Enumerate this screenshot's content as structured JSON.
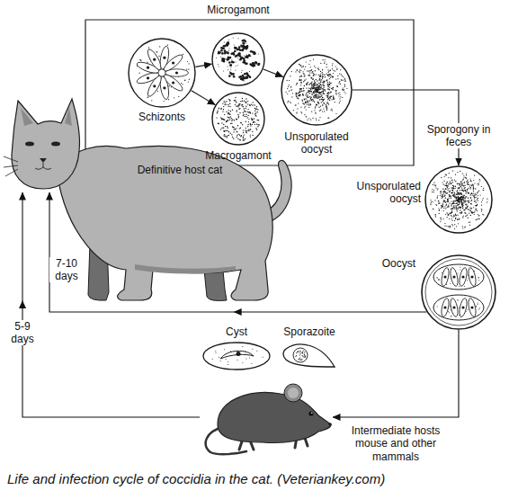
{
  "diagram": {
    "caption": "Life and infection cycle of coccidia in the cat. (Veteriankey.com)",
    "nodes": [
      {
        "text": [
          "Definitive host cat"
        ]
      },
      {
        "text": [
          "Schizonts"
        ]
      },
      {
        "text": [
          "Microgamont"
        ]
      },
      {
        "text": [
          "Macrogamont"
        ]
      },
      {
        "text": [
          "Unsporulated oocyst"
        ]
      },
      {
        "text": [
          "Unsporulated oocyst"
        ]
      },
      {
        "text": [
          "Oocyst"
        ]
      },
      {
        "text": [
          "Cyst"
        ]
      },
      {
        "text": [
          "Sporazoite"
        ]
      },
      {
        "text": [
          "Intermediate hosts mouse and other mammals"
        ]
      }
    ],
    "edges": [
      {
        "from": 1,
        "to": 2,
        "arrow": "to"
      },
      {
        "from": 1,
        "to": 3,
        "arrow": "to"
      },
      {
        "from": 2,
        "to": 4,
        "arrow": "to"
      },
      {
        "from": 4,
        "to": 5,
        "arrow": "to",
        "label": "Sporogony in feces"
      },
      {
        "from": 6,
        "to": 0,
        "arrow": "to",
        "label": "7-10 days"
      },
      {
        "from": 6,
        "to": 9,
        "arrow": "to"
      },
      {
        "from": 9,
        "to": 0,
        "arrow": "to",
        "label": "5-9 days"
      }
    ]
  }
}
